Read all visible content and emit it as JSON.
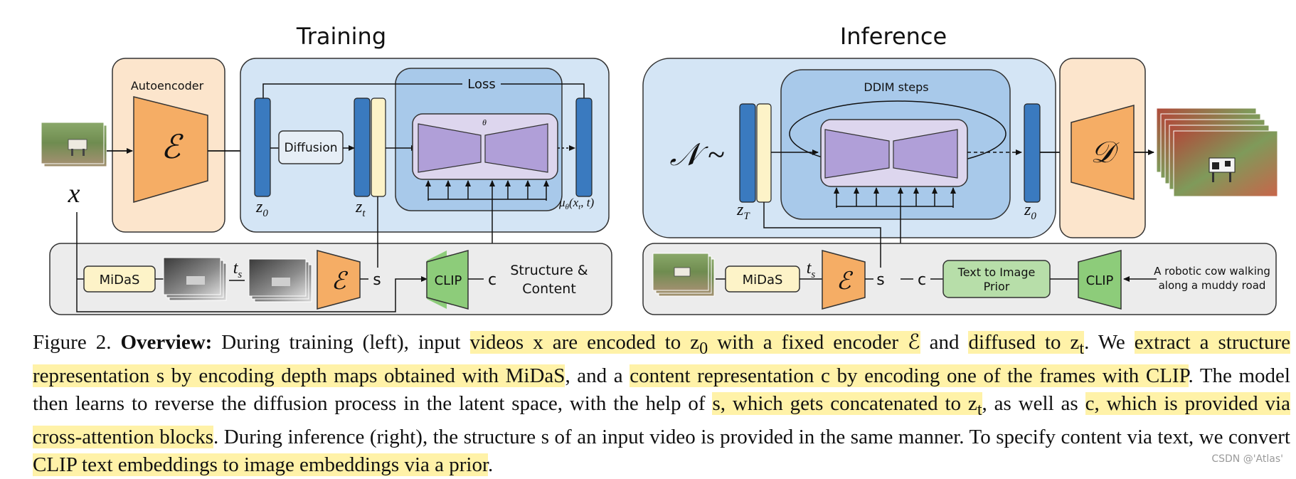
{
  "training": {
    "title": "Training",
    "autoencoder_label": "Autoencoder",
    "encoder_symbol": "ℰ",
    "diffusion_label": "Diffusion",
    "loss_label": "Loss",
    "theta_label": "θ",
    "z0_label": "z",
    "z0_sub": "0",
    "zt_label": "z",
    "zt_sub": "t",
    "mu_label": "μ",
    "mu_sub": "θ",
    "mu_args": "(x",
    "mu_args_sub": "t",
    "mu_args_end": ", t)",
    "x_label": "x",
    "midas_label": "MiDaS",
    "ts_label": "t",
    "ts_sub": "s",
    "s_label": "s",
    "clip_label": "CLIP",
    "c_label": "c",
    "structure_content_1": "Structure &",
    "structure_content_2": "Content"
  },
  "inference": {
    "title": "Inference",
    "ddim_label": "DDIM steps",
    "noise_label": "𝒩 ~",
    "zT_label": "z",
    "zT_sub": "T",
    "z0_label": "z",
    "z0_sub": "0",
    "decoder_symbol": "𝒟",
    "midas_label": "MiDaS",
    "ts_label": "t",
    "ts_sub": "s",
    "encoder_symbol": "ℰ",
    "s_label": "s",
    "c_label": "c",
    "prior_label_1": "Text to Image",
    "prior_label_2": "Prior",
    "clip_label": "CLIP",
    "prompt_1": "A robotic cow walking",
    "prompt_2": "along a muddy road"
  },
  "caption": {
    "c1": "Figure 2. ",
    "c2": "Overview:",
    "c3": " During training (left), input ",
    "c4": "videos x are encoded to z",
    "c4sub": "0",
    "c5": " with a fixed encoder ℰ",
    "c6": " and ",
    "c7": "diffused to z",
    "c7sub": "t",
    "c8": ". We ",
    "c9": "extract a structure representation s by encoding depth maps obtained with MiDaS",
    "c10": ", and a ",
    "c11": "content representation c by encoding one of the frames with CLIP",
    "c12": ". The model then learns to reverse the diffusion process in the latent space, with the help of ",
    "c13": "s, which gets concatenated to z",
    "c13sub": "t",
    "c14": ", as well as ",
    "c15": "c, which is provided via cross-attention blocks",
    "c16": ". During inference (right), the structure s of an input video is provided in the same manner. To specify content via text, we convert ",
    "c17": "CLIP text embeddings to image embeddings via a prior",
    "c18": "."
  },
  "watermark": "CSDN @'Atlas'",
  "colors": {
    "peach_panel": "#fce5cc",
    "light_blue_panel": "#d4e5f5",
    "mid_blue_panel": "#a8c9ea",
    "latent_bar": "#3a7abf",
    "cream_bar": "#fdf3c8",
    "unet_purple": "#b09fd8",
    "unet_bg": "#ddd6ee",
    "encoder_orange": "#f5ad65",
    "clip_green": "#8dcc7a",
    "bottom_panel": "#ececec",
    "highlight": "#fff2a8"
  }
}
